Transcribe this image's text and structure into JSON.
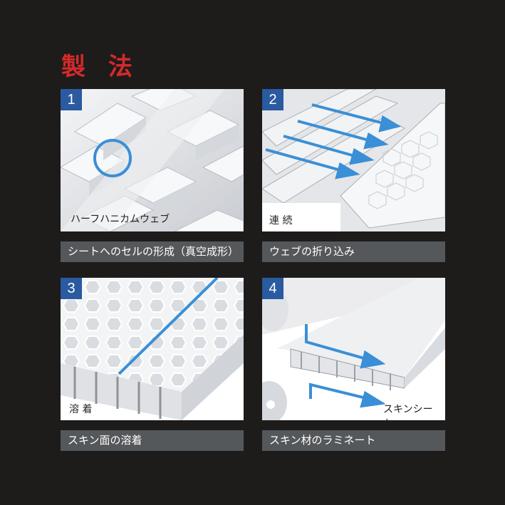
{
  "title": "製 法",
  "colors": {
    "background": "#1e1b1b",
    "title_red": "#d42a2a",
    "badge_blue": "#2a5aa0",
    "accent_blue": "#3a8fd6",
    "caption_bg": "#55585b"
  },
  "steps": [
    {
      "number": "1",
      "image_label": "ハーフハニカムウェブ",
      "caption": "シートへのセルの形成（真空成形）"
    },
    {
      "number": "2",
      "image_label": "連 続",
      "caption": "ウェブの折り込み"
    },
    {
      "number": "3",
      "image_label": "溶 着",
      "caption": "スキン面の溶着"
    },
    {
      "number": "4",
      "image_label": "スキンシート",
      "caption": "スキン材のラミネート"
    }
  ]
}
